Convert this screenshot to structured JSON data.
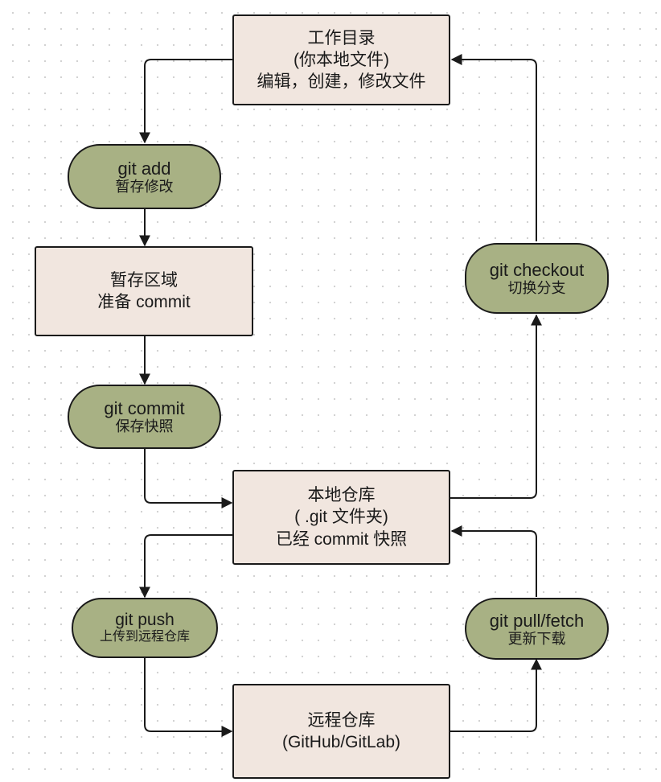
{
  "diagram": {
    "working_dir": {
      "line1": "工作目录",
      "line2": "(你本地文件)",
      "line3": "编辑，创建，修改文件"
    },
    "git_add": {
      "line1": "git add",
      "line2": "暂存修改"
    },
    "staging": {
      "line1": "暂存区域",
      "line2": "准备 commit"
    },
    "git_commit": {
      "line1": "git commit",
      "line2": "保存快照"
    },
    "local_repo": {
      "line1": "本地仓库",
      "line2": "( .git 文件夹)",
      "line3": "已经 commit 快照"
    },
    "git_push": {
      "line1": "git push",
      "line2": "上传到远程仓库"
    },
    "remote_repo": {
      "line1": "远程仓库",
      "line2": "(GitHub/GitLab)"
    },
    "git_pull": {
      "line1": "git pull/fetch",
      "line2": "更新下载"
    },
    "git_checkout": {
      "line1": "git checkout",
      "line2": "切换分支"
    }
  }
}
